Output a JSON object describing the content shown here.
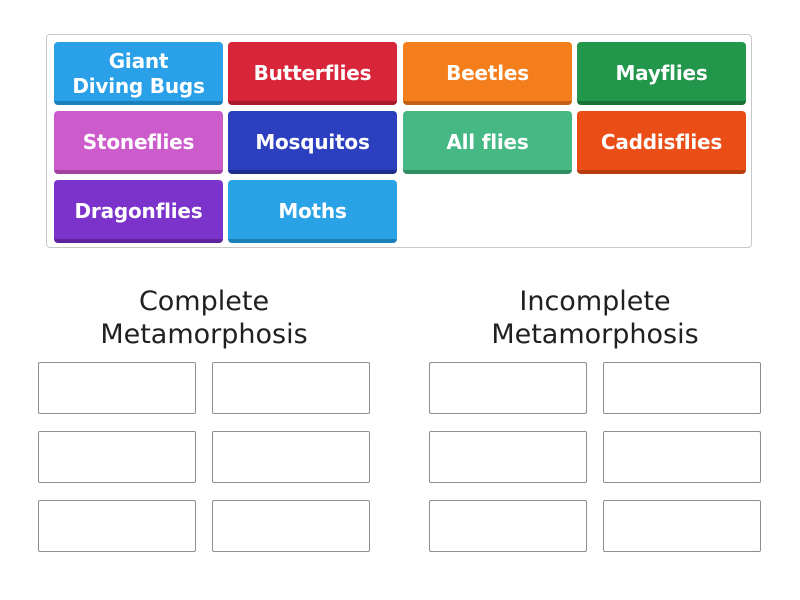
{
  "tiles": [
    {
      "label": "Giant\nDiving Bugs",
      "color": "#29a0e8",
      "shadow": "#1b7fbd"
    },
    {
      "label": "Butterflies",
      "color": "#d9253a",
      "shadow": "#a81b2c"
    },
    {
      "label": "Beetles",
      "color": "#f47d1c",
      "shadow": "#c46012"
    },
    {
      "label": "Mayflies",
      "color": "#22964a",
      "shadow": "#187235"
    },
    {
      "label": "Stoneflies",
      "color": "#cc5ccc",
      "shadow": "#a040a0"
    },
    {
      "label": "Mosquitos",
      "color": "#2c3fbe",
      "shadow": "#1f2d8c"
    },
    {
      "label": "All flies",
      "color": "#45b883",
      "shadow": "#2f8f63"
    },
    {
      "label": "Caddisflies",
      "color": "#eb4d17",
      "shadow": "#b83a0f"
    },
    {
      "label": "Dragonflies",
      "color": "#7b33cc",
      "shadow": "#5d249e"
    },
    {
      "label": "Moths",
      "color": "#2aa2e6",
      "shadow": "#1c80b8"
    }
  ],
  "groups": [
    {
      "title_line1": "Complete",
      "title_line2": "Metamorphosis"
    },
    {
      "title_line1": "Incomplete",
      "title_line2": "Metamorphosis"
    }
  ]
}
